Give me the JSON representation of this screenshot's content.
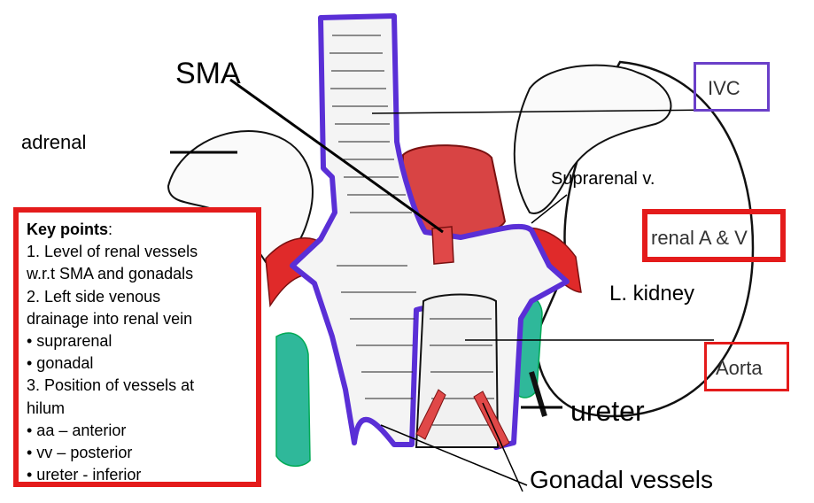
{
  "labels": {
    "sma": "SMA",
    "adrenal": "adrenal",
    "ivc": "IVC",
    "suprarenal_v": "Suprarenal v.",
    "renal_a_v": "renal A & V",
    "l_kidney": "L. kidney",
    "aorta": "Aorta",
    "ureter": "ureter",
    "gonadal_vessels": "Gonadal vessels"
  },
  "key_points": {
    "title": "Key points",
    "title_suffix": ":",
    "lines": [
      "1. Level of renal vessels",
      "w.r.t SMA and gonadals",
      "2. Left side venous",
      "drainage into renal vein",
      "• suprarenal",
      "• gonadal",
      "3. Position of vessels at",
      "hilum",
      "• aa – anterior",
      "• vv – posterior",
      "• ureter - inferior"
    ]
  },
  "colors": {
    "ivc_outline": "#5a2fd6",
    "artery_red": "#e02a2a",
    "gonadal_green": "#2fb89a",
    "highlight_box_red": "#e41b1b",
    "ivc_box_purple": "#6a3fc9"
  }
}
